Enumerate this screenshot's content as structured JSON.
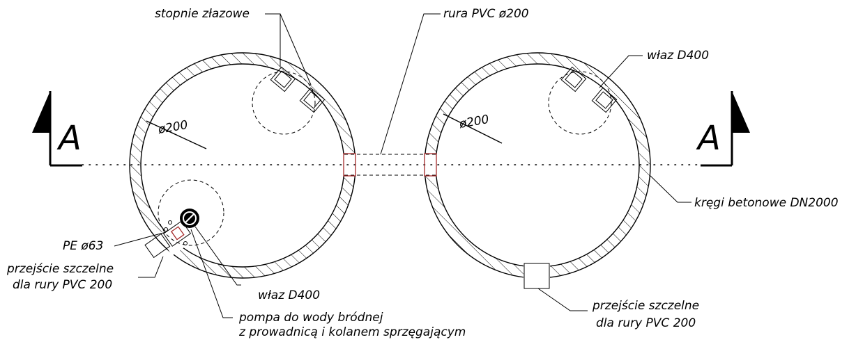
{
  "section_marker": "A",
  "labels": {
    "steps": "stopnie złazowe",
    "pvc_pipe": "rura PVC ø200",
    "hatch_right": "właz D400",
    "diam_left": "ø200",
    "diam_right": "ø200",
    "rings": "kręgi betonowe DN2000",
    "pe": "PE ø63",
    "seal_left_1": "przejście szczelne",
    "seal_left_2": "dla rury PVC 200",
    "hatch_left": "właz D400",
    "pump_1": "pompa do wody bródnej",
    "pump_2": "z prowadnicą i kolanem sprzęgającym",
    "seal_right_1": "przejście szczelne",
    "seal_right_2": "dla rury PVC 200"
  }
}
